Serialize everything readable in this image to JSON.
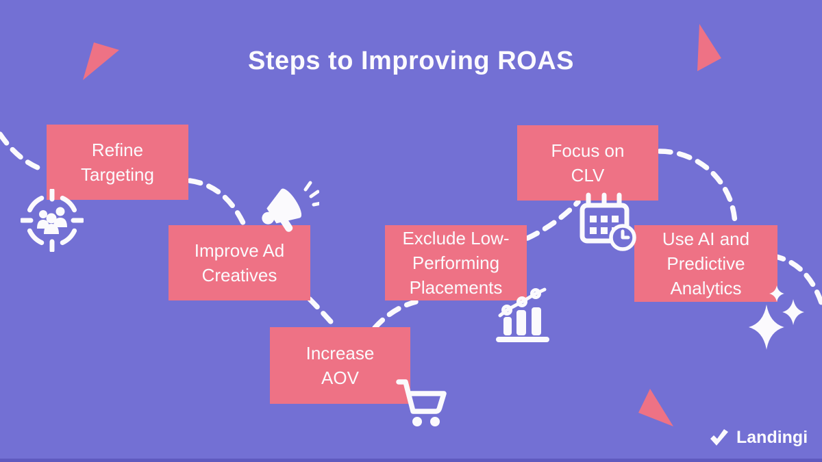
{
  "title": "Steps to Improving ROAS",
  "colors": {
    "background": "#7370d4",
    "box": "#ee7285",
    "text": "#fbfafd",
    "footer_strip": "#5f5abf"
  },
  "steps": [
    {
      "label": "Refine\nTargeting",
      "icon": "target-audience-icon"
    },
    {
      "label": "Improve Ad\nCreatives",
      "icon": "megaphone-icon"
    },
    {
      "label": "Increase\nAOV",
      "icon": "shopping-cart-icon"
    },
    {
      "label": "Exclude Low-\nPerforming\nPlacements",
      "icon": "bar-chart-trend-icon"
    },
    {
      "label": "Focus on\nCLV",
      "icon": "calendar-clock-icon"
    },
    {
      "label": "Use AI and\nPredictive\nAnalytics",
      "icon": "sparkles-icon"
    }
  ],
  "decorations": [
    "triangle-top-left",
    "triangle-top-right",
    "triangle-bottom-right"
  ],
  "footer": {
    "logo_text": "Landingi"
  }
}
